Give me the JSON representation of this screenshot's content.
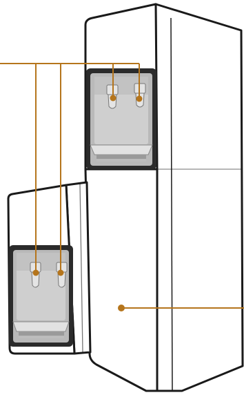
{
  "colors": {
    "background": "#ffffff",
    "outline": "#1a1a1a",
    "cabinet_face": "#ffffff",
    "panel_dark": "#2b2b2b",
    "panel_grey": "#b9b9b9",
    "panel_light": "#d3d3d3",
    "tap": "#e4e4e4",
    "callout": "#b5751c"
  },
  "units": [
    {
      "name": "tall-floor-standing-cooler",
      "taps": 2
    },
    {
      "name": "compact-countertop-cooler",
      "taps": 2
    }
  ],
  "callouts": [
    {
      "name": "taps-callout",
      "targets": 4
    },
    {
      "name": "cabinet-callout",
      "targets": 1
    }
  ]
}
